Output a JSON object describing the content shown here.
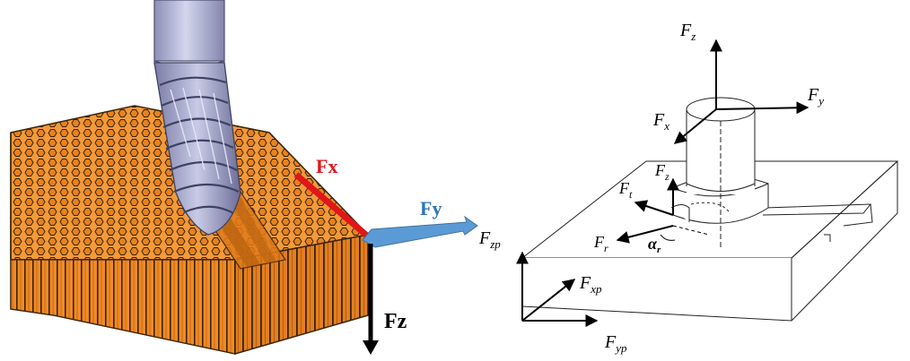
{
  "left_figure": {
    "labels": {
      "fx": "Fx",
      "fy": "Fy",
      "fz": "Fz"
    },
    "colors": {
      "fx": "#e0161b",
      "fy": "#5b9bd5",
      "fy_text": "#2e74b5",
      "fz": "#000000",
      "honeycomb_fill": "#f08a24",
      "honeycomb_edge": "#3a2408",
      "tool_body": "#b4b6d8",
      "tool_dark": "#7e80a8"
    }
  },
  "right_figure": {
    "labels": {
      "fz": "F",
      "fz_sub": "z",
      "fy": "F",
      "fy_sub": "y",
      "fx": "F",
      "fx_sub": "x",
      "fz2": "F",
      "fz2_sub": "z",
      "ft": "F",
      "ft_sub": "t",
      "fr": "F",
      "fr_sub": "r",
      "alpha": "α",
      "alpha_sub": "r",
      "fzp": "F",
      "fzp_sub": "zp",
      "fxp": "F",
      "fxp_sub": "xp",
      "fyp": "F",
      "fyp_sub": "yp"
    }
  }
}
